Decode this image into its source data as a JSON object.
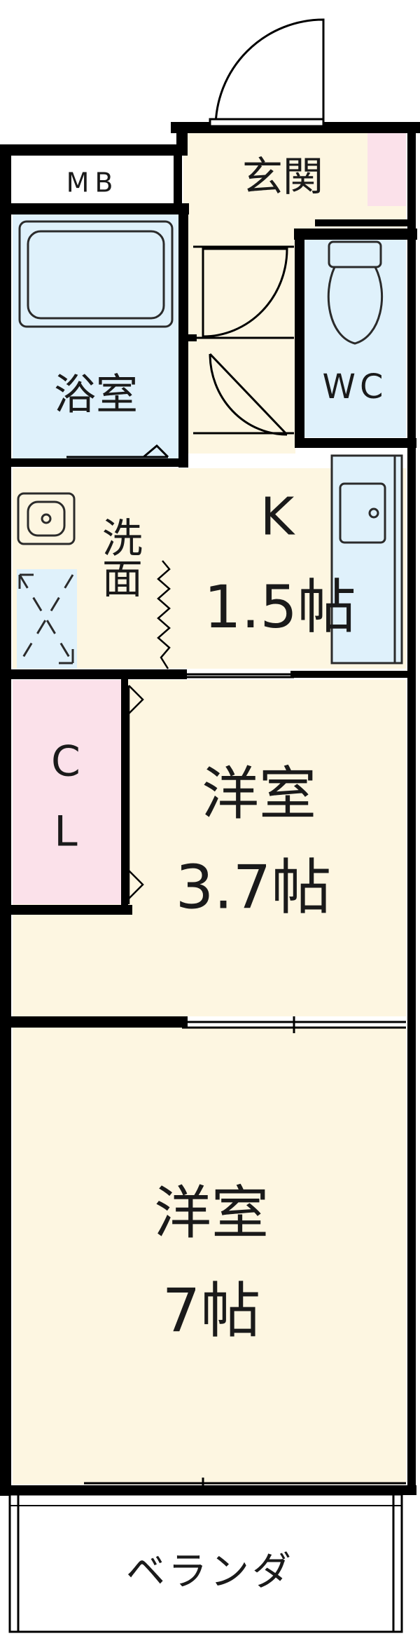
{
  "rooms": {
    "mb": {
      "label": "MB"
    },
    "entrance": {
      "label": "玄関"
    },
    "bath": {
      "label": "浴室"
    },
    "wc": {
      "label": "WC"
    },
    "wash": {
      "label": "洗面"
    },
    "kitchen": {
      "name": "K",
      "size": "1.5帖"
    },
    "closet": {
      "line1": "C",
      "line2": "L"
    },
    "western1": {
      "name": "洋室",
      "size": "3.7帖"
    },
    "western2": {
      "name": "洋室",
      "size": "7帖"
    },
    "veranda": {
      "label": "ベランダ"
    }
  },
  "colors": {
    "wall": "#000000",
    "floor": "#fdf6e1",
    "wet_area": "#dff1fb",
    "closet": "#fbe1ea",
    "fixture_stroke": "#2b2b2b"
  }
}
